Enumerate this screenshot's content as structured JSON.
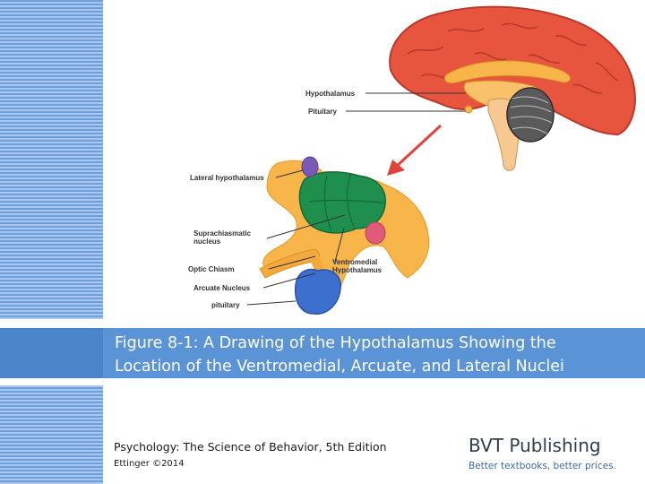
{
  "slide": {
    "title": "Figure 8-1: A Drawing of the Hypothalamus Showing the Location of the Ventromedial, Arcuate, and Lateral Nuclei",
    "title_line1": "Figure 8-1: A Drawing of the Hypothalamus Showing the",
    "title_line2": "Location of the Ventromedial, Arcuate, and Lateral Nuclei"
  },
  "diagram": {
    "labels": {
      "hypothalamus": "Hypothalamus",
      "pituitary_top": "Pituitary",
      "lateral_hypothalamus": "Lateral hypothalamus",
      "suprachiasmatic_1": "Suprachiasmatic",
      "suprachiasmatic_2": "nucleus",
      "optic_chiasm": "Optic Chiasm",
      "ventromedial_1": "Ventromedial",
      "ventromedial_2": "Hypothalamus",
      "arcuate_nucleus": "Arcuate Nucleus",
      "pituitary_bottom": "pituitary"
    },
    "colors": {
      "brain": "#e8553f",
      "brain_dark": "#b83a2a",
      "hypothalamus_region": "#f7b54a",
      "cerebellum": "#555555",
      "nucleus_green": "#1f8f4e",
      "nucleus_purple": "#7a5ab8",
      "nucleus_pink": "#e05a7a",
      "pituitary_blue": "#3d6fcf",
      "arrow": "#e0433a"
    }
  },
  "footer": {
    "book_title": "Psychology: The Science of Behavior, 5th Edition",
    "author": "Ettinger ©2014",
    "publisher": "BVT Publishing",
    "tagline": "Better textbooks, better prices."
  }
}
